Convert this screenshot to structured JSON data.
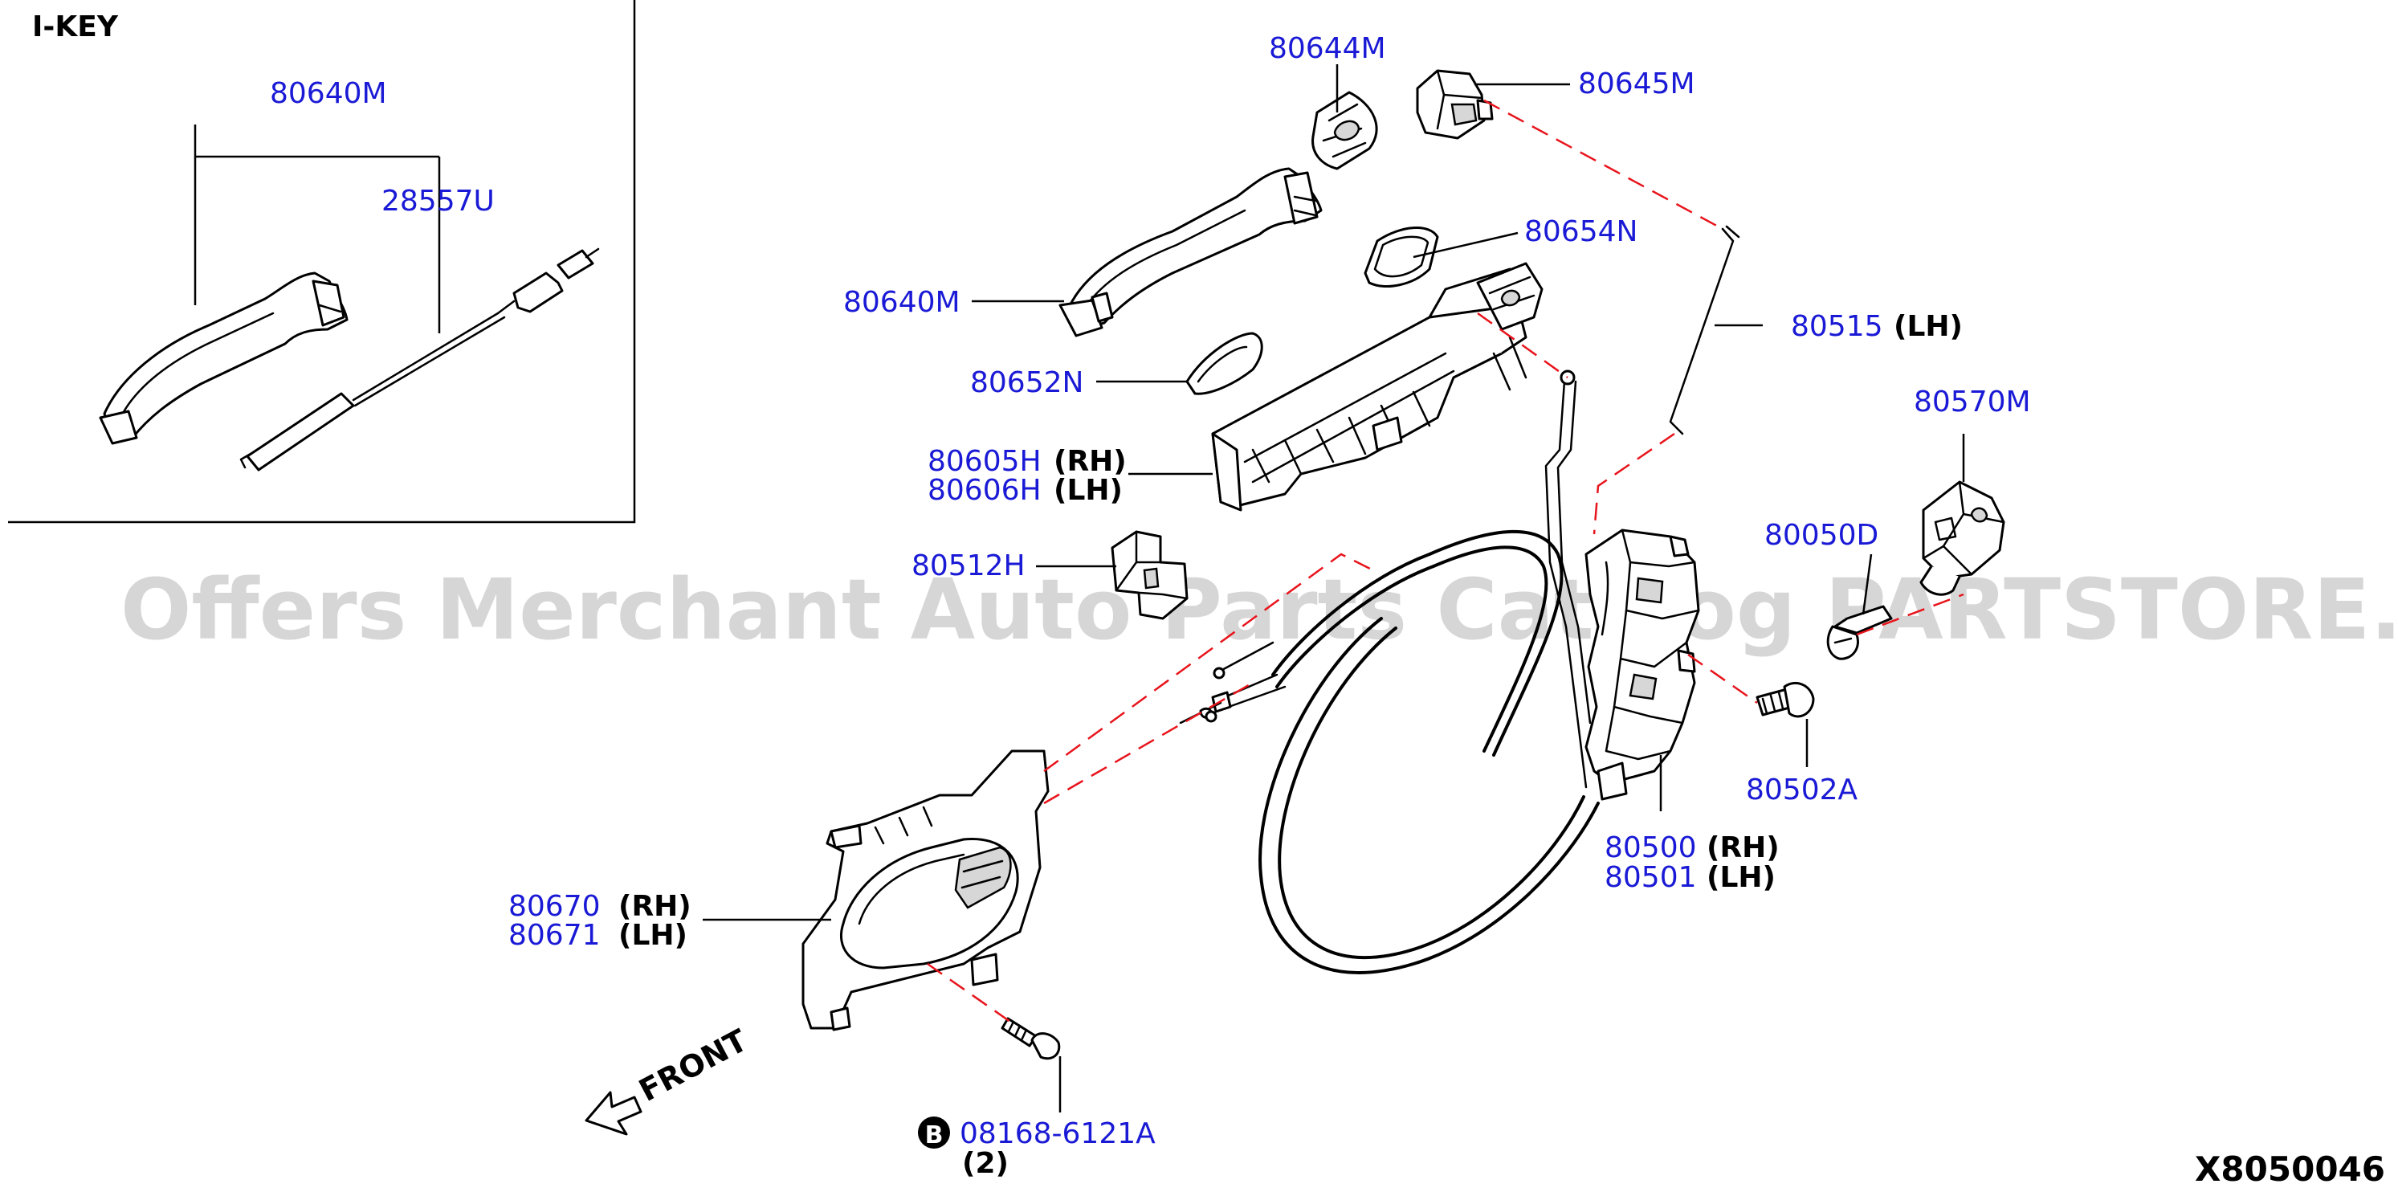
{
  "inset": {
    "title": "I-KEY"
  },
  "labels": {
    "l80640M_inset": "80640M",
    "l28557U": "28557U",
    "l80644M": "80644M",
    "l80645M": "80645M",
    "l80654N": "80654N",
    "l80640M": "80640M",
    "l80515": "80515",
    "l80515_suffix": "(LH)",
    "l80652N": "80652N",
    "l80570M": "80570M",
    "l80605H": "80605H",
    "l80605H_suffix": "(RH)",
    "l80606H": "80606H",
    "l80606H_suffix": "(LH)",
    "l80050D": "80050D",
    "l80512H": "80512H",
    "l80502A": "80502A",
    "l80500": "80500",
    "l80500_suffix": "(RH)",
    "l80501": "80501",
    "l80501_suffix": "(LH)",
    "l80670": "80670",
    "l80670_suffix": "(RH)",
    "l80671": "80671",
    "l80671_suffix": "(LH)",
    "l08168": "08168-6121A",
    "l08168_qty": "(2)",
    "bolt_symbol": "B"
  },
  "front_label": "FRONT",
  "diagram_code": "X8050046",
  "watermark": "Offers Merchant Auto Parts Catalog PARTSTORE.SA",
  "colors": {
    "part_number": "#1a1ad6",
    "dash_line": "#e8141c",
    "line": "#000000",
    "watermark": "#c8c8c8"
  }
}
